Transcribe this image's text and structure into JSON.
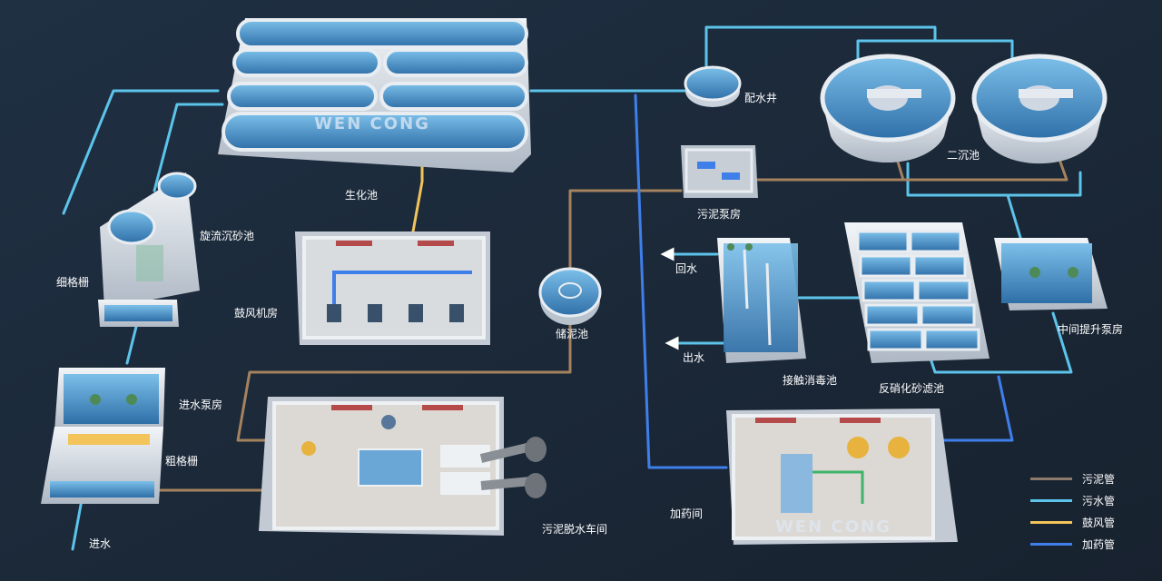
{
  "labels": {
    "biochem_tank": "生化池",
    "distribution_well": "配水井",
    "secondary_clarifier": "二沉池",
    "sludge_pump_room": "污泥泵房",
    "vortex_grit": "旋流沉砂池",
    "fine_screen": "细格栅",
    "blower_room": "鼓风机房",
    "sludge_storage": "储泥池",
    "return_water": "回水",
    "outlet_water": "出水",
    "contact_disinfection": "接触消毒池",
    "denitrification_filter": "反硝化砂滤池",
    "intermediate_pump": "中间提升泵房",
    "inlet_pump_room": "进水泵房",
    "coarse_screen": "粗格栅",
    "dewatering_room": "污泥脱水车间",
    "dosing_room": "加药间",
    "water_inlet": "进水"
  },
  "watermarks": [
    "WEN CONG",
    "WEN CONG"
  ],
  "legend": [
    {
      "label": "污泥管",
      "color": "#8c7a6c"
    },
    {
      "label": "污水管",
      "color": "#5cc4ea"
    },
    {
      "label": "鼓风管",
      "color": "#f2c45a"
    },
    {
      "label": "加药管",
      "color": "#3f7fea"
    }
  ],
  "colors": {
    "background": "#1c2a3c",
    "sludge_pipe": "#a5825e",
    "sewage_pipe": "#5cc4ea",
    "air_pipe": "#f2c45a",
    "dosing_pipe": "#3f7fea",
    "structure": "#d8dee6",
    "water": "#5ea4d8"
  }
}
